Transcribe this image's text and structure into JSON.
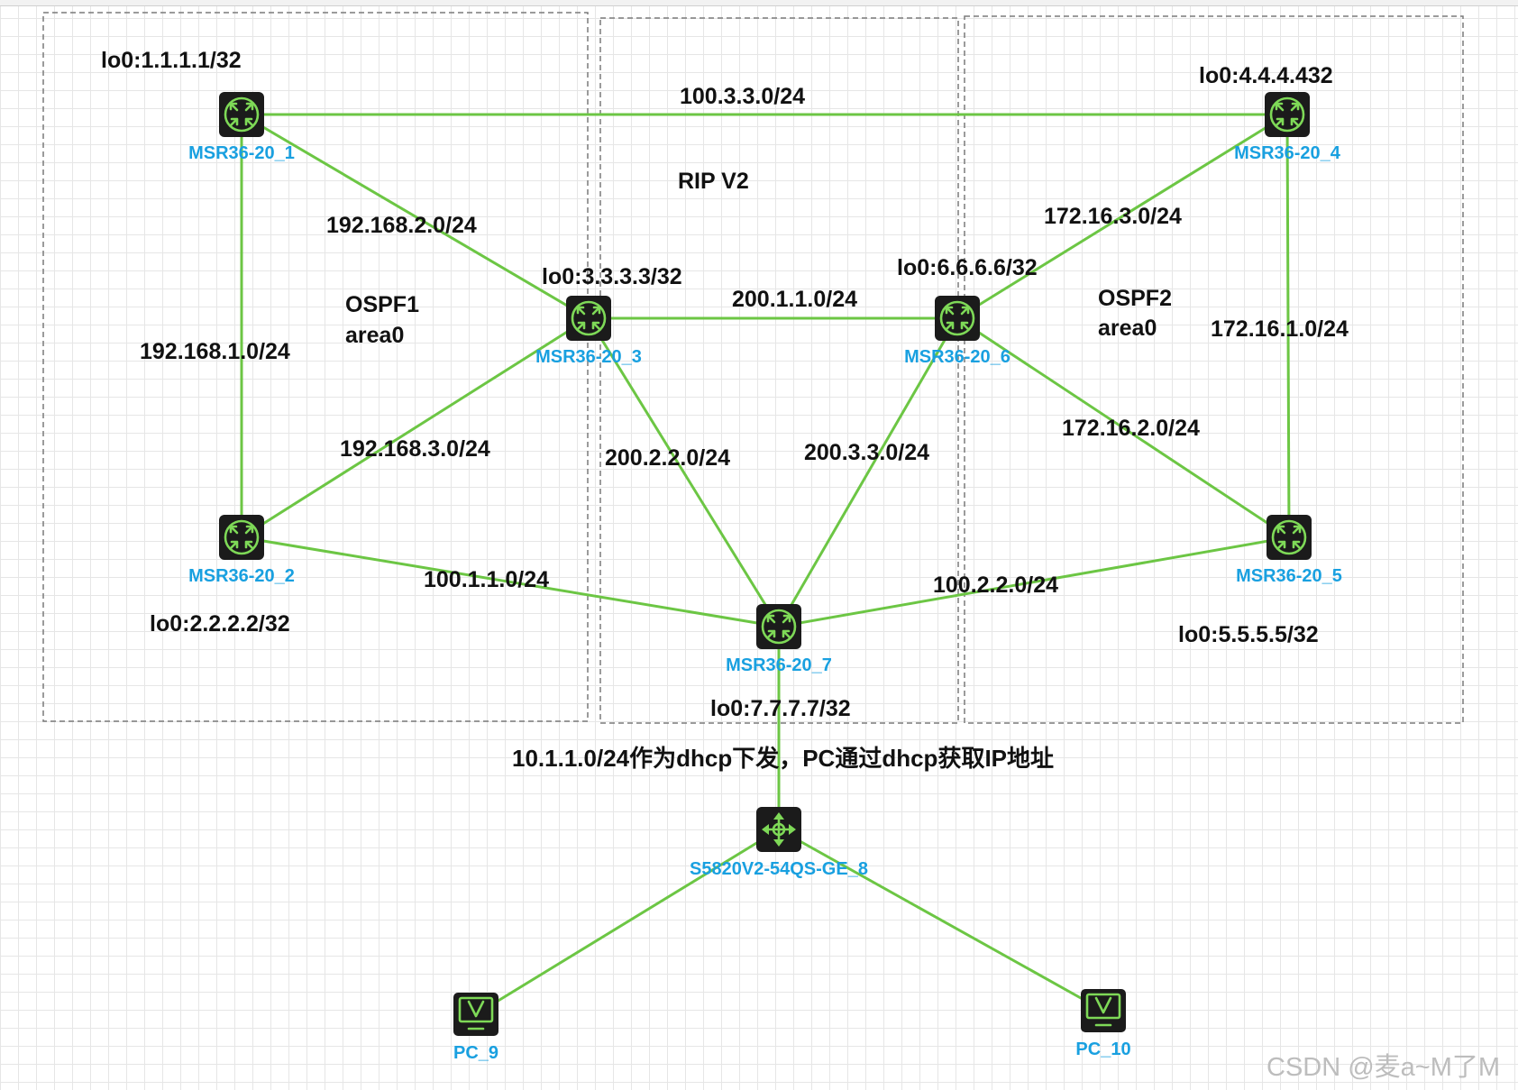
{
  "regions": [
    {
      "id": "ospf1",
      "name": "OSPF1",
      "area": "area0"
    },
    {
      "id": "rip",
      "name": "RIP V2"
    },
    {
      "id": "ospf2",
      "name": "OSPF2",
      "area": "area0"
    }
  ],
  "devices": {
    "r1": {
      "name": "MSR36-20_1",
      "loopback": "lo0:1.1.1.1/32",
      "icon": "router-icon"
    },
    "r2": {
      "name": "MSR36-20_2",
      "loopback": "lo0:2.2.2.2/32",
      "icon": "router-icon"
    },
    "r3": {
      "name": "MSR36-20_3",
      "loopback": "lo0:3.3.3.3/32",
      "icon": "router-icon"
    },
    "r4": {
      "name": "MSR36-20_4",
      "loopback": "lo0:4.4.4.432",
      "icon": "router-icon"
    },
    "r5": {
      "name": "MSR36-20_5",
      "loopback": "lo0:5.5.5.5/32",
      "icon": "router-icon"
    },
    "r6": {
      "name": "MSR36-20_6",
      "loopback": "lo0:6.6.6.6/32",
      "icon": "router-icon"
    },
    "r7": {
      "name": "MSR36-20_7",
      "loopback": "lo0:7.7.7.7/32",
      "icon": "router-icon"
    },
    "sw8": {
      "name": "S5820V2-54QS-GE_8",
      "icon": "switch-icon"
    },
    "pc9": {
      "name": "PC_9",
      "icon": "pc-monitor-icon"
    },
    "pc10": {
      "name": "PC_10",
      "icon": "pc-monitor-icon"
    }
  },
  "links": {
    "r1_r4": "100.3.3.0/24",
    "r1_r3": "192.168.2.0/24",
    "r1_r2": "192.168.1.0/24",
    "r2_r3": "192.168.3.0/24",
    "r3_r6": "200.1.1.0/24",
    "r3_r7": "200.2.2.0/24",
    "r6_r7": "200.3.3.0/24",
    "r2_r7": "100.1.1.0/24",
    "r5_r7": "100.2.2.0/24",
    "r4_r6": "172.16.3.0/24",
    "r4_r5": "172.16.1.0/24",
    "r5_r6": "172.16.2.0/24",
    "r7_sw8": "",
    "sw8_pc9": "",
    "sw8_pc10": ""
  },
  "dhcp_note": "10.1.1.0/24作为dhcp下发，PC通过dhcp获取IP地址",
  "watermark": "CSDN @麦a~M了M",
  "colors": {
    "link": "#6cc644",
    "device_label": "#19a0e0",
    "icon_body": "#1b1b1b",
    "icon_glyph": "#7ed957",
    "region_border": "#7a7a7a"
  }
}
